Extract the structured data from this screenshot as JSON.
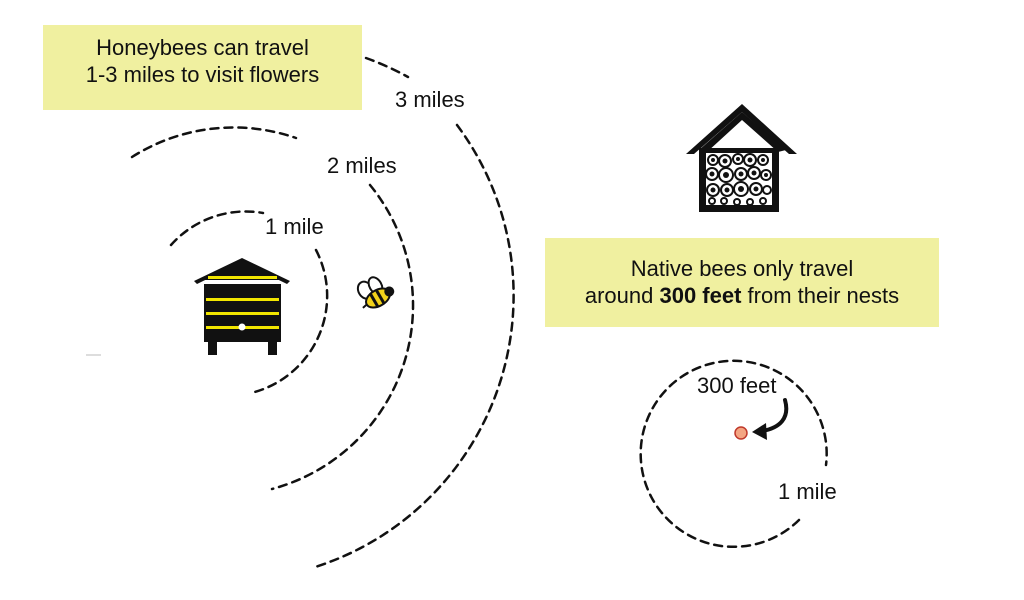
{
  "honeybee_callout": {
    "line1": "Honeybees can travel",
    "line2": "1-3 miles to visit flowers"
  },
  "native_callout": {
    "line1": "Native bees only travel",
    "line2_pre": "around ",
    "line2_bold": "300 feet",
    "line2_post": " from their nests"
  },
  "honeybee_ranges": [
    "1 mile",
    "2 miles",
    "3 miles"
  ],
  "native_ranges": {
    "inner": "300 feet",
    "outer": "1 mile"
  },
  "colors": {
    "callout_bg": "#f0f0a0",
    "hive_body": "#111111",
    "hive_stripes": "#f2e600",
    "nest_dot": "#f4a582",
    "nest_dot_stroke": "#c0392b"
  },
  "icons": [
    "beehive-icon",
    "bee-icon",
    "bee-hotel-icon",
    "curved-arrow-icon",
    "nest-dot-icon"
  ]
}
